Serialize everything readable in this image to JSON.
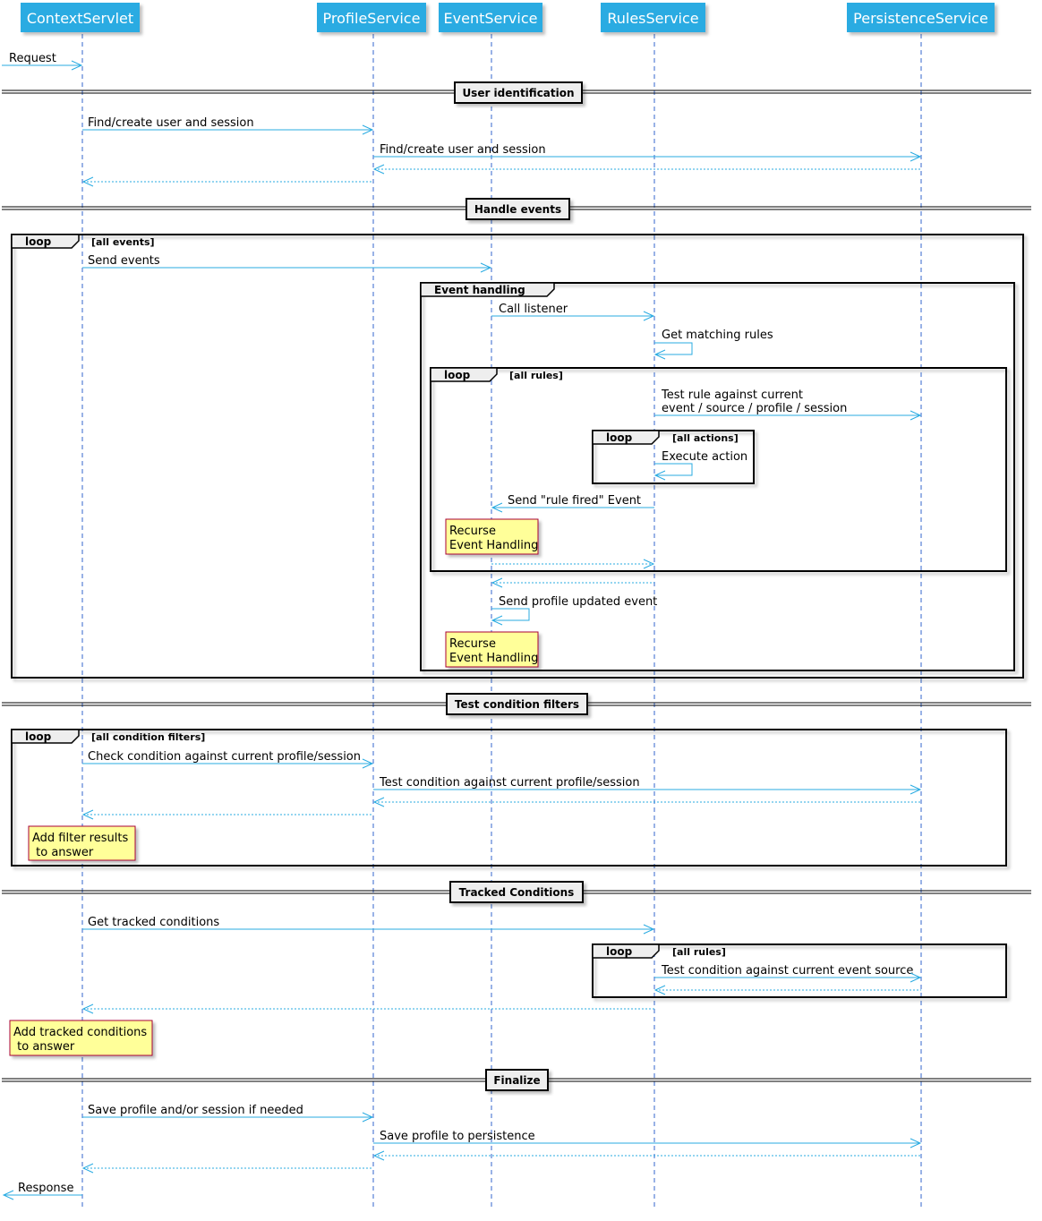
{
  "participants": [
    {
      "id": "ctx",
      "label": "ContextServlet"
    },
    {
      "id": "prof",
      "label": "ProfileService"
    },
    {
      "id": "evt",
      "label": "EventService"
    },
    {
      "id": "rules",
      "label": "RulesService"
    },
    {
      "id": "pers",
      "label": "PersistenceService"
    }
  ],
  "colors": {
    "participant": "#29abe2",
    "arrow": "#29abe2",
    "lifeline": "#3366cc",
    "note_fill": "#ffff99",
    "note_border": "#a80036"
  },
  "messages": {
    "request": "Request",
    "find1": "Find/create user and session",
    "find2": "Find/create user and session",
    "send_events": "Send events",
    "call_listener": "Call listener",
    "get_matching": "Get matching rules",
    "test_rule_1": "Test rule against current",
    "test_rule_2": " event / source / profile / session",
    "execute_action": "Execute action",
    "send_rule_fired": "Send \"rule fired\" Event",
    "send_profile_updated": "Send profile updated event",
    "check_condition": "Check condition against current profile/session",
    "test_condition": "Test condition against current profile/session",
    "get_tracked": "Get tracked conditions",
    "test_event_source": "Test condition against current event source",
    "save_profile_session": "Save profile and/or session if needed",
    "save_profile": "Save profile to persistence",
    "response": "Response"
  },
  "dividers": {
    "user_id": "User identification",
    "handle_events": "Handle events",
    "test_filters": "Test condition filters",
    "tracked": "Tracked Conditions",
    "finalize": "Finalize"
  },
  "frames": {
    "loop": "loop",
    "all_events": "[all events]",
    "event_handling": "Event handling",
    "all_rules": "[all rules]",
    "all_actions": "[all actions]",
    "all_condition_filters": "[all condition filters]",
    "all_rules_2": "[all rules]"
  },
  "notes": {
    "recurse_1a": "Recurse",
    "recurse_1b": "Event Handling",
    "recurse_2a": "Recurse",
    "recurse_2b": "Event Handling",
    "filter_a": "Add filter results",
    "filter_b": " to answer",
    "tracked_a": "Add tracked conditions",
    "tracked_b": " to answer"
  }
}
